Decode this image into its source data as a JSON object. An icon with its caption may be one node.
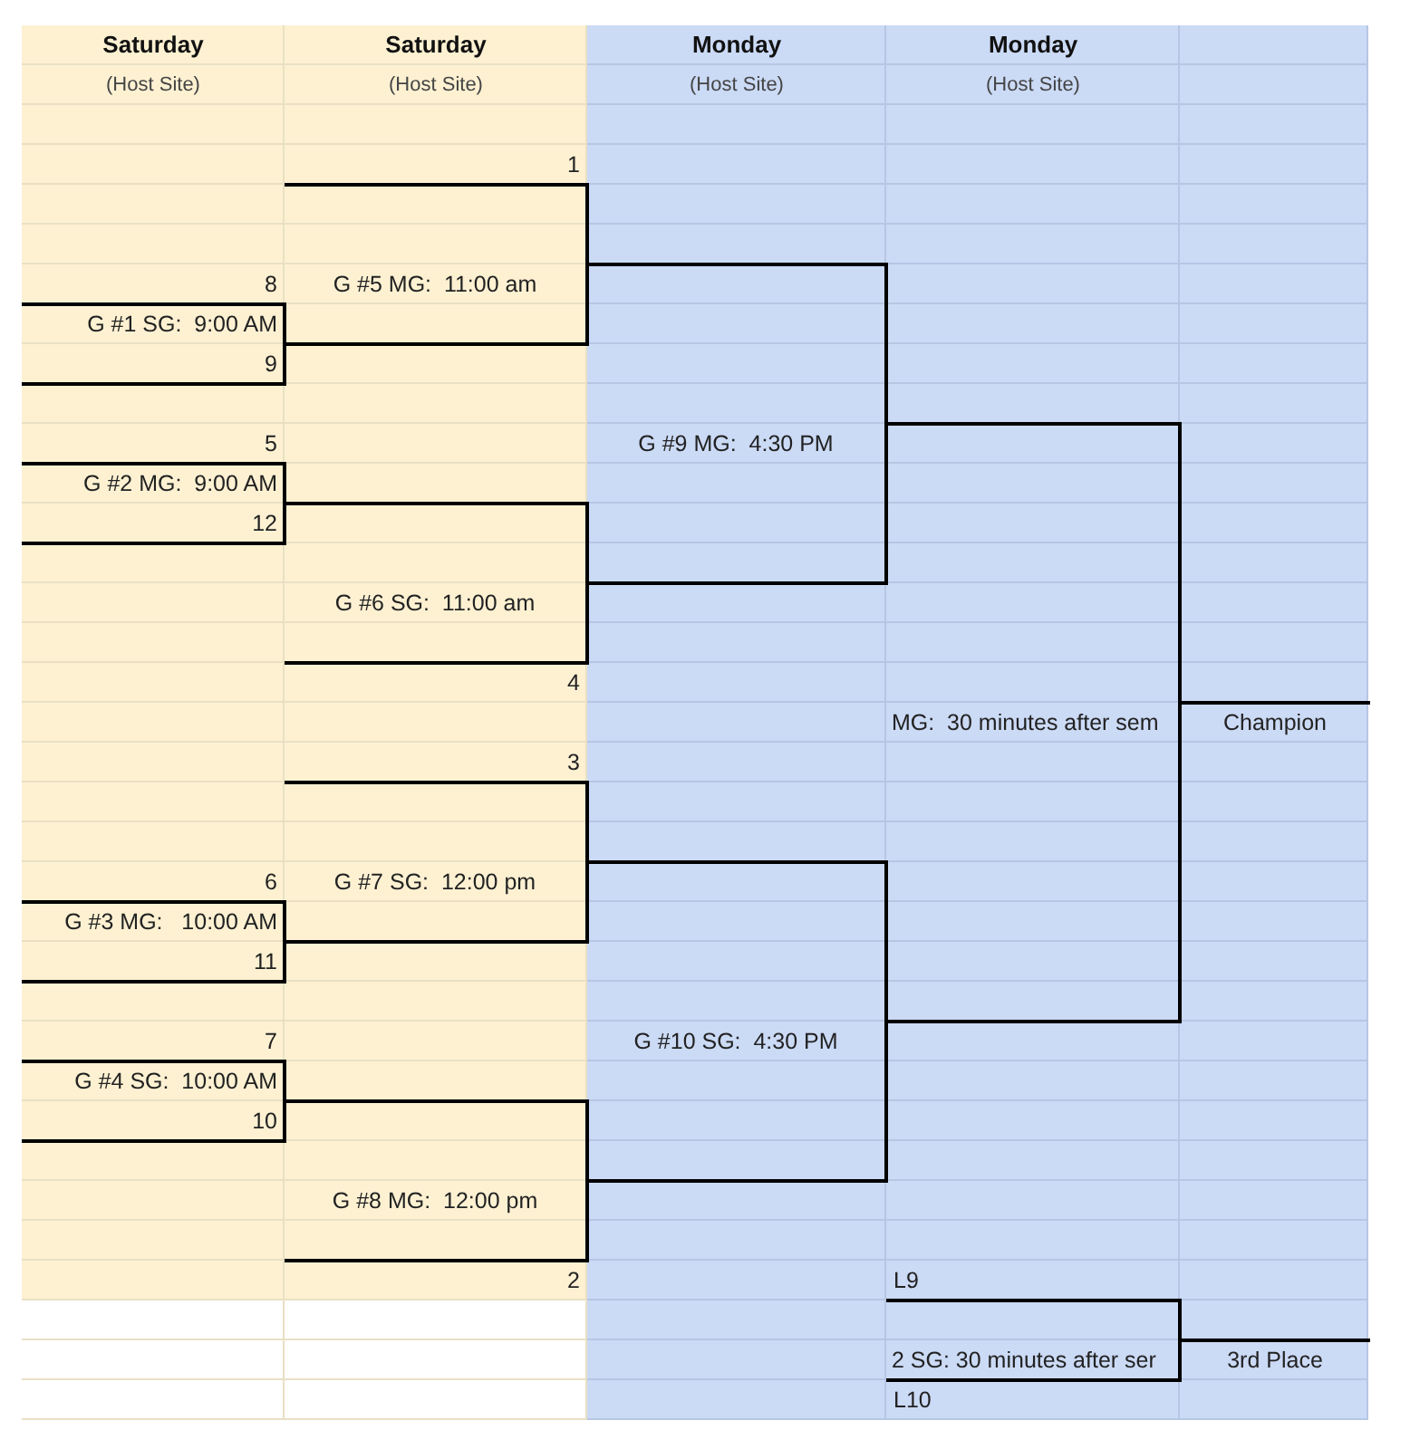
{
  "diagram": {
    "nodes": [
      {
        "text": [
          "G #1 SG:  9:00 AM"
        ]
      },
      {
        "text": [
          "G #2 MG:  9:00 AM"
        ]
      },
      {
        "text": [
          "G #3 MG:   10:00 AM"
        ]
      },
      {
        "text": [
          "G #4 SG:  10:00 AM"
        ]
      },
      {
        "text": [
          "G #5 MG:  11:00 am"
        ]
      },
      {
        "text": [
          "G #6 SG:  11:00 am"
        ]
      },
      {
        "text": [
          "G #7 SG:  12:00 pm"
        ]
      },
      {
        "text": [
          "G #8 MG:  12:00 pm"
        ]
      },
      {
        "text": [
          "G #9 MG:  4:30 PM"
        ]
      },
      {
        "text": [
          "G #10 SG:  4:30 PM"
        ]
      },
      {
        "text": [
          "MG:  30 minutes after sem"
        ]
      },
      {
        "text": [
          "Champion"
        ]
      },
      {
        "text": [
          "2 SG: 30 minutes after ser"
        ]
      },
      {
        "text": [
          "3rd Place"
        ]
      }
    ],
    "labels": [
      "Saturday",
      "Saturday",
      "Monday",
      "Monday",
      "(Host Site)",
      "(Host Site)",
      "(Host Site)",
      "(Host Site)",
      "1",
      "8",
      "9",
      "5",
      "12",
      "4",
      "3",
      "6",
      "11",
      "7",
      "10",
      "2",
      "L9",
      "L10"
    ]
  }
}
